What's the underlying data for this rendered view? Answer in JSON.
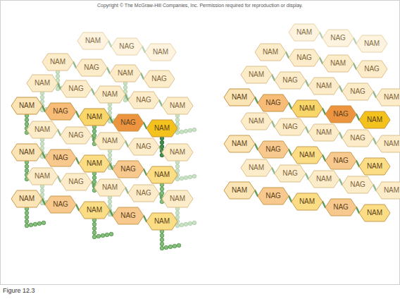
{
  "diagram": {
    "caption": "Figure 12.3",
    "nodes": [
      {
        "text": [
          "NAM"
        ]
      },
      {
        "text": [
          "NAG"
        ]
      },
      {
        "text": [
          "NAM"
        ]
      },
      {
        "text": [
          "NAM"
        ]
      },
      {
        "text": [
          "NAG"
        ]
      },
      {
        "text": [
          "NAM"
        ]
      },
      {
        "text": [
          "NAG"
        ]
      },
      {
        "text": [
          "NAM"
        ]
      },
      {
        "text": [
          "NAG"
        ]
      },
      {
        "text": [
          "NAM"
        ]
      },
      {
        "text": [
          "NAG"
        ]
      },
      {
        "text": [
          "NAM"
        ]
      },
      {
        "text": [
          "NAM"
        ]
      },
      {
        "text": [
          "NAG"
        ]
      },
      {
        "text": [
          "NAM"
        ]
      },
      {
        "text": [
          "NAG"
        ]
      },
      {
        "text": [
          "NAM"
        ]
      },
      {
        "text": [
          "NAM"
        ]
      },
      {
        "text": [
          "NAG"
        ]
      },
      {
        "text": [
          "NAM"
        ]
      },
      {
        "text": [
          "NAG"
        ]
      },
      {
        "text": [
          "NAM"
        ]
      },
      {
        "text": [
          "NAM"
        ]
      },
      {
        "text": [
          "NAG"
        ]
      },
      {
        "text": [
          "NAM"
        ]
      },
      {
        "text": [
          "NAG"
        ]
      },
      {
        "text": [
          "NAM"
        ]
      },
      {
        "text": [
          "NAM"
        ]
      },
      {
        "text": [
          "NAG"
        ]
      },
      {
        "text": [
          "NAM"
        ]
      },
      {
        "text": [
          "NAG"
        ]
      },
      {
        "text": [
          "NAM"
        ]
      },
      {
        "text": [
          "NAM"
        ]
      },
      {
        "text": [
          "NAG"
        ]
      },
      {
        "text": [
          "NAM"
        ]
      },
      {
        "text": [
          "NAG"
        ]
      },
      {
        "text": [
          "NAM"
        ]
      },
      {
        "text": [
          "NAM"
        ]
      },
      {
        "text": [
          "NAG"
        ]
      },
      {
        "text": [
          "NAM"
        ]
      },
      {
        "text": [
          "NAM"
        ]
      },
      {
        "text": [
          "NAG"
        ]
      },
      {
        "text": [
          "NAM"
        ]
      },
      {
        "text": [
          "NAG"
        ]
      },
      {
        "text": [
          "NAM"
        ]
      },
      {
        "text": [
          "NAG"
        ]
      },
      {
        "text": [
          "NAM"
        ]
      },
      {
        "text": [
          "NAG"
        ]
      },
      {
        "text": [
          "NAM"
        ]
      },
      {
        "text": [
          "NAM"
        ]
      },
      {
        "text": [
          "NAG"
        ]
      },
      {
        "text": [
          "NAM"
        ]
      },
      {
        "text": [
          "NAG"
        ]
      },
      {
        "text": [
          "NAM"
        ]
      },
      {
        "text": [
          "NAM"
        ]
      },
      {
        "text": [
          "NAG"
        ]
      },
      {
        "text": [
          "NAM"
        ]
      },
      {
        "text": [
          "NAG"
        ]
      },
      {
        "text": [
          "NAM"
        ]
      },
      {
        "text": [
          "NAM"
        ]
      },
      {
        "text": [
          "NAG"
        ]
      },
      {
        "text": [
          "NAM"
        ]
      },
      {
        "text": [
          "NAG"
        ]
      },
      {
        "text": [
          "NAM"
        ]
      },
      {
        "text": [
          "NAM"
        ]
      },
      {
        "text": [
          "NAG"
        ]
      },
      {
        "text": [
          "NAM"
        ]
      },
      {
        "text": [
          "NAG"
        ]
      },
      {
        "text": [
          "NAM"
        ]
      },
      {
        "text": [
          "NAM"
        ]
      },
      {
        "text": [
          "NAG"
        ]
      },
      {
        "text": [
          "NAM"
        ]
      },
      {
        "text": [
          "NAG"
        ]
      },
      {
        "text": [
          "NAM"
        ]
      }
    ],
    "edges": [
      {
        "from": 0,
        "to": 1,
        "arrow": "none"
      },
      {
        "from": 1,
        "to": 2,
        "arrow": "none"
      },
      {
        "from": 3,
        "to": 4,
        "arrow": "none"
      },
      {
        "from": 4,
        "to": 5,
        "arrow": "none"
      },
      {
        "from": 5,
        "to": 6,
        "arrow": "none"
      },
      {
        "from": 7,
        "to": 8,
        "arrow": "none"
      },
      {
        "from": 8,
        "to": 9,
        "arrow": "none"
      },
      {
        "from": 9,
        "to": 10,
        "arrow": "none"
      },
      {
        "from": 10,
        "to": 11,
        "arrow": "none"
      },
      {
        "from": 12,
        "to": 13,
        "arrow": "none"
      },
      {
        "from": 13,
        "to": 14,
        "arrow": "none"
      },
      {
        "from": 14,
        "to": 15,
        "arrow": "none"
      },
      {
        "from": 15,
        "to": 16,
        "arrow": "none"
      },
      {
        "from": 17,
        "to": 18,
        "arrow": "none"
      },
      {
        "from": 18,
        "to": 19,
        "arrow": "none"
      },
      {
        "from": 19,
        "to": 20,
        "arrow": "none"
      },
      {
        "from": 20,
        "to": 21,
        "arrow": "none"
      },
      {
        "from": 22,
        "to": 23,
        "arrow": "none"
      },
      {
        "from": 23,
        "to": 24,
        "arrow": "none"
      },
      {
        "from": 24,
        "to": 25,
        "arrow": "none"
      },
      {
        "from": 25,
        "to": 26,
        "arrow": "none"
      },
      {
        "from": 27,
        "to": 28,
        "arrow": "none"
      },
      {
        "from": 28,
        "to": 29,
        "arrow": "none"
      },
      {
        "from": 29,
        "to": 30,
        "arrow": "none"
      },
      {
        "from": 30,
        "to": 31,
        "arrow": "none"
      },
      {
        "from": 32,
        "to": 33,
        "arrow": "none"
      },
      {
        "from": 33,
        "to": 34,
        "arrow": "none"
      },
      {
        "from": 34,
        "to": 35,
        "arrow": "none"
      },
      {
        "from": 35,
        "to": 36,
        "arrow": "none"
      },
      {
        "from": 37,
        "to": 38,
        "arrow": "none"
      },
      {
        "from": 38,
        "to": 39,
        "arrow": "none"
      },
      {
        "from": 40,
        "to": 41,
        "arrow": "none"
      },
      {
        "from": 41,
        "to": 42,
        "arrow": "none"
      },
      {
        "from": 42,
        "to": 43,
        "arrow": "none"
      },
      {
        "from": 44,
        "to": 45,
        "arrow": "none"
      },
      {
        "from": 45,
        "to": 46,
        "arrow": "none"
      },
      {
        "from": 46,
        "to": 47,
        "arrow": "none"
      },
      {
        "from": 47,
        "to": 48,
        "arrow": "none"
      },
      {
        "from": 49,
        "to": 50,
        "arrow": "none"
      },
      {
        "from": 50,
        "to": 51,
        "arrow": "none"
      },
      {
        "from": 51,
        "to": 52,
        "arrow": "none"
      },
      {
        "from": 52,
        "to": 53,
        "arrow": "none"
      },
      {
        "from": 54,
        "to": 55,
        "arrow": "none"
      },
      {
        "from": 55,
        "to": 56,
        "arrow": "none"
      },
      {
        "from": 56,
        "to": 57,
        "arrow": "none"
      },
      {
        "from": 57,
        "to": 58,
        "arrow": "none"
      },
      {
        "from": 59,
        "to": 60,
        "arrow": "none"
      },
      {
        "from": 60,
        "to": 61,
        "arrow": "none"
      },
      {
        "from": 61,
        "to": 62,
        "arrow": "none"
      },
      {
        "from": 62,
        "to": 63,
        "arrow": "none"
      },
      {
        "from": 64,
        "to": 65,
        "arrow": "none"
      },
      {
        "from": 65,
        "to": 66,
        "arrow": "none"
      },
      {
        "from": 66,
        "to": 67,
        "arrow": "none"
      },
      {
        "from": 67,
        "to": 68,
        "arrow": "none"
      },
      {
        "from": 69,
        "to": 70,
        "arrow": "none"
      },
      {
        "from": 70,
        "to": 71,
        "arrow": "none"
      },
      {
        "from": 71,
        "to": 72,
        "arrow": "none"
      },
      {
        "from": 72,
        "to": 73,
        "arrow": "none"
      }
    ],
    "labels": [
      "Copyright © The McGraw-Hill Companies, Inc. Permission required for reproduction or display."
    ]
  }
}
